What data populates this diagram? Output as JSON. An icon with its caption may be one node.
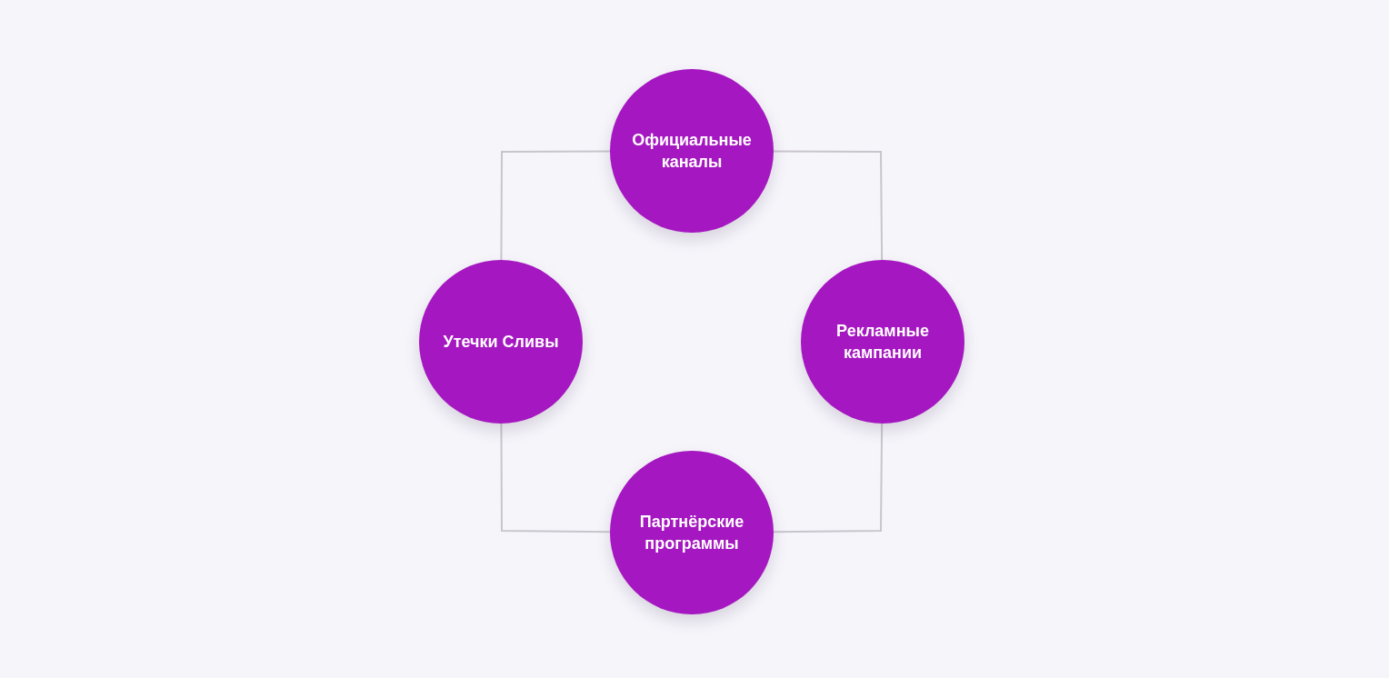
{
  "diagram": {
    "nodes": [
      {
        "text": [
          "Официальные каналы"
        ]
      },
      {
        "text": [
          "Утечки Сливы"
        ]
      },
      {
        "text": [
          "Рекламные кампании"
        ]
      },
      {
        "text": [
          "Партнёрские программы"
        ]
      }
    ],
    "edges": [
      {
        "from": 0,
        "to": 2,
        "arrow": "none"
      },
      {
        "from": 2,
        "to": 3,
        "arrow": "none"
      },
      {
        "from": 3,
        "to": 1,
        "arrow": "none"
      },
      {
        "from": 1,
        "to": 0,
        "arrow": "none"
      }
    ]
  }
}
